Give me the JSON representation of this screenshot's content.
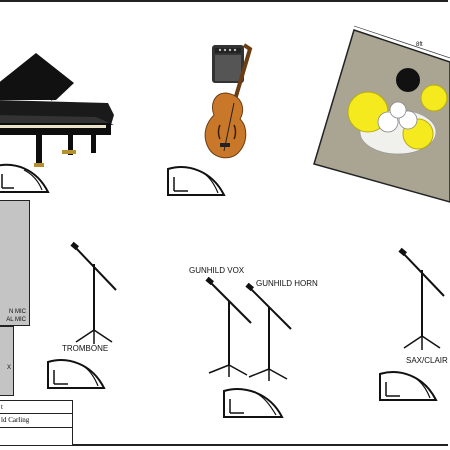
{
  "labels": {
    "gunhild_vox": "GUNHILD VOX",
    "gunhild_horn": "GUNHILD HORN",
    "trombone": "TROMBONE",
    "sax_clair": "SAX/CLAIR",
    "drum_riser_size": "8ft"
  },
  "left_panel": {
    "line1": "N MIC",
    "line2": "AL MIC",
    "small_text": "X"
  },
  "title_block": {
    "row1": "t",
    "row2": "ld Carling"
  },
  "colors": {
    "cymbal": "#f4ea1e",
    "riser": "#aaa493",
    "bass_wood": "#c9782a",
    "panel": "#c4c4c4"
  }
}
